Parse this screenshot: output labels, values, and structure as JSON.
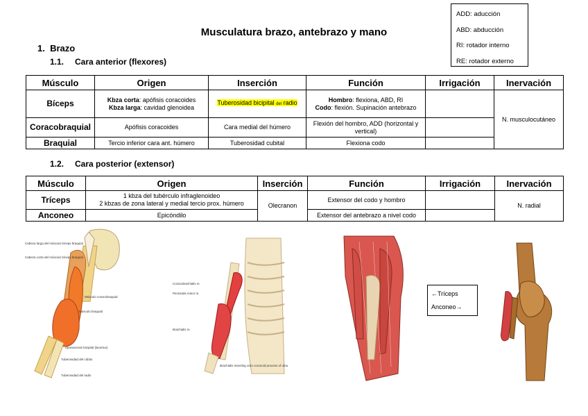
{
  "legend": [
    "ADD: aducción",
    "ABD: abducción",
    "RI: rotador interno",
    "RE: rotador externo"
  ],
  "title": "Musculatura brazo, antebrazo y mano",
  "section1": {
    "num": "1.",
    "label": "Brazo"
  },
  "sub1": {
    "num": "1.1.",
    "label": "Cara anterior (flexores)"
  },
  "sub2": {
    "num": "1.2.",
    "label": "Cara posterior (extensor)"
  },
  "headers": [
    "Músculo",
    "Origen",
    "Inserción",
    "Función",
    "Irrigación",
    "Inervación"
  ],
  "table1": {
    "biceps": {
      "name": "Bíceps",
      "origin_a_b": "Kbza corta",
      "origin_a": ": apófisis coracoides",
      "origin_b_b": "Kbza larga",
      "origin_b": ": cavidad glenoidea",
      "insertion_main": "Tuberosidad bicipital",
      "insertion_small": "del",
      "insertion_tail": "radio",
      "func_a_b": "Hombro",
      "func_a": ": flexiona, ABD, RI",
      "func_b_b": "Codo",
      "func_b": ": flexión. Supinación antebrazo",
      "irrigation": ""
    },
    "coracobraquial": {
      "name": "Coracobraquial",
      "origin": "Apófisis coracoides",
      "insertion": "Cara medial del húmero",
      "function": "Flexión del hombro, ADD (horizontal y vertical)",
      "irrigation": ""
    },
    "braquial": {
      "name": "Braquial",
      "origin": "Tercio inferior cara ant. húmero",
      "insertion": "Tuberosidad cubital",
      "function": "Flexiona codo",
      "irrigation": ""
    },
    "innervation": "N. musculocutáneo"
  },
  "table2": {
    "triceps": {
      "name": "Tríceps",
      "origin_a": "1 kbza del tubérculo infraglenoideo",
      "origin_b": "2 kbzas de zona lateral y medial tercio prox. húmero",
      "function": "Extensor del codo y hombro",
      "irrigation": ""
    },
    "anconeo": {
      "name": "Anconeo",
      "origin": "Epicóndilo",
      "function": "Extensor del antebrazo a nivel codo",
      "irrigation": ""
    },
    "insertion": "Olecranon",
    "innervation": "N. radial"
  },
  "images": {
    "fig1_labels": [
      "Cabeza larga del músculo bíceps braquial",
      "Cabeza corta del músculo bíceps braquial",
      "Músculo coracobraquial",
      "Músculo braquial",
      "Aponeurosis bicipital (lacertus)",
      "Tuberosidad del cúbito",
      "Tuberosidad del radio"
    ],
    "fig2_labels": [
      "Coracobrachialis m.",
      "Pectoralis minor m.",
      "Brachialis m.",
      "Brachialis inserting onto coronoid process of ulna"
    ]
  },
  "ref_box": [
    "←Tríceps",
    "Anconeo→"
  ]
}
